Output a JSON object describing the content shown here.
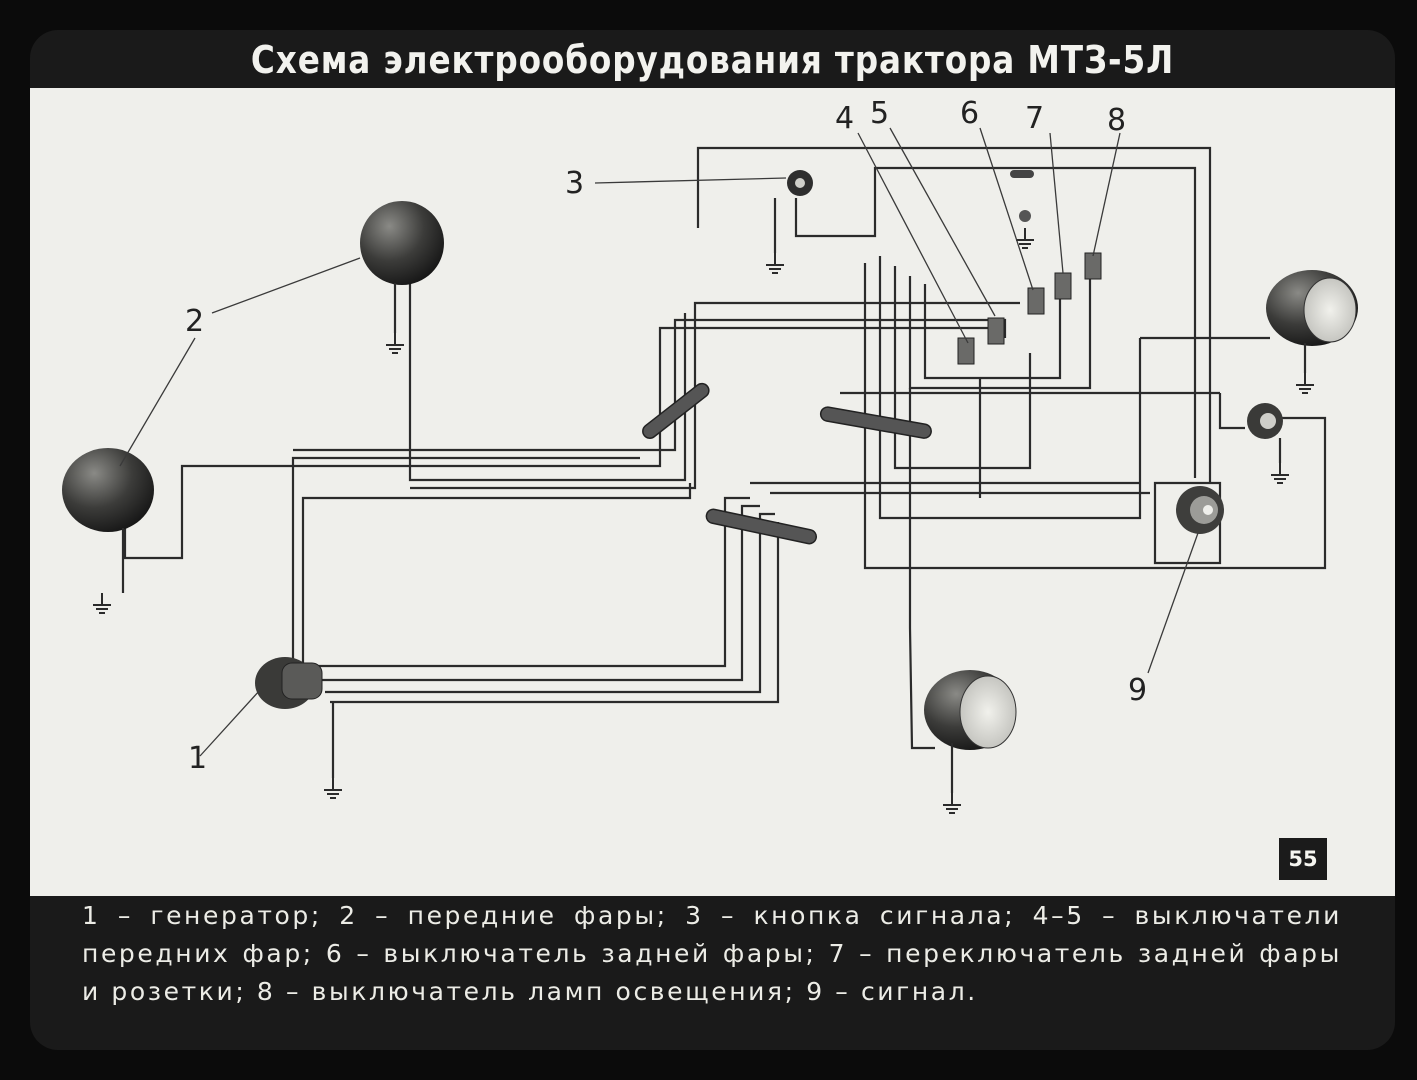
{
  "title": "Схема электрооборудования трактора МТЗ-5Л",
  "page_number": "55",
  "legend": "1 – генератор; 2 – передние фары; 3 – кнопка сигнала; 4–5 – выключатели передних фар; 6 – выключатель задней фары; 7 – переключатель задней фары и розетки; 8 – выключатель ламп освещения; 9 – сигнал.",
  "labels": {
    "n1": "1",
    "n2": "2",
    "n3": "3",
    "n4": "4",
    "n5": "5",
    "n6": "6",
    "n7": "7",
    "n8": "8",
    "n9": "9"
  },
  "colors": {
    "background": "#0b0b0b",
    "panel": "#efefeb",
    "wire": "#2b2b2b"
  }
}
